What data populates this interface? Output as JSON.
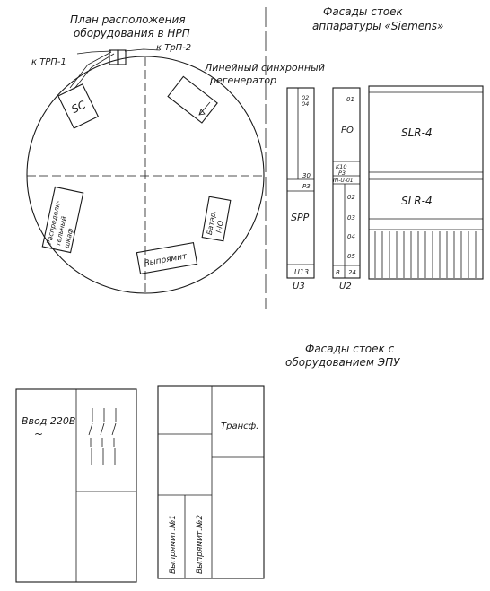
{
  "plan": {
    "title_line1": "План расположения",
    "title_line2": "оборудования в НРП",
    "ktp1": "к ТРП-1",
    "ktp2": "к ТрП-2",
    "regen_line1": "Линейный синхронный",
    "regen_line2": "регенератор",
    "sc": "SC",
    "rasprede_1": "Распредели-",
    "rasprede_2": "тельный",
    "rasprede_3": "шкаф",
    "batt_1": "Батар.",
    "batt_2": "I-IO",
    "vypryam": "Выпрямит."
  },
  "siemens": {
    "title_line1": "Фасады стоек",
    "title_line2": "аппаратуры «Siemens»",
    "rack_u3": {
      "label": "U3",
      "top1": "02",
      "top2": "04",
      "mid1": "30",
      "mid2": "P3",
      "center": "SPP",
      "bottom": "U13"
    },
    "rack_u2": {
      "label": "U2",
      "r01": "01",
      "po": "PO",
      "k10": "K10",
      "p3": "P3",
      "inu": "IN-U-01",
      "r02": "02",
      "r03": "03",
      "r04": "04",
      "r05": "05",
      "bot_left": "B",
      "bot_right": "24"
    },
    "slr_top": "SLR-4",
    "slr_bottom": "SLR-4"
  },
  "epu": {
    "title_line1": "Фасады стоек с",
    "title_line2": "оборудованием ЭПУ",
    "vvod": "Ввод 220В",
    "tilde": "~",
    "transf": "Трансф.",
    "vypr1": "Выпрямит.№1",
    "vypr2": "Выпрямит.№2"
  }
}
